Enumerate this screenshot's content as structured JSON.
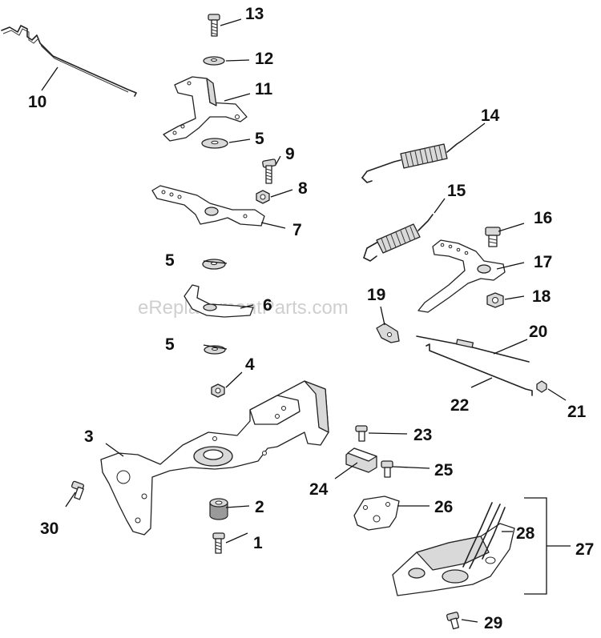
{
  "watermark": "eReplacementParts.com",
  "callouts": [
    {
      "id": "1",
      "label": "1"
    },
    {
      "id": "2",
      "label": "2"
    },
    {
      "id": "3",
      "label": "3"
    },
    {
      "id": "4",
      "label": "4"
    },
    {
      "id": "5a",
      "label": "5"
    },
    {
      "id": "5b",
      "label": "5"
    },
    {
      "id": "5c",
      "label": "5"
    },
    {
      "id": "6",
      "label": "6"
    },
    {
      "id": "7",
      "label": "7"
    },
    {
      "id": "8",
      "label": "8"
    },
    {
      "id": "9",
      "label": "9"
    },
    {
      "id": "10",
      "label": "10"
    },
    {
      "id": "11",
      "label": "11"
    },
    {
      "id": "12",
      "label": "12"
    },
    {
      "id": "13",
      "label": "13"
    },
    {
      "id": "14",
      "label": "14"
    },
    {
      "id": "15",
      "label": "15"
    },
    {
      "id": "16",
      "label": "16"
    },
    {
      "id": "17",
      "label": "17"
    },
    {
      "id": "18",
      "label": "18"
    },
    {
      "id": "19",
      "label": "19"
    },
    {
      "id": "20",
      "label": "20"
    },
    {
      "id": "21",
      "label": "21"
    },
    {
      "id": "22",
      "label": "22"
    },
    {
      "id": "23",
      "label": "23"
    },
    {
      "id": "24",
      "label": "24"
    },
    {
      "id": "25",
      "label": "25"
    },
    {
      "id": "26",
      "label": "26"
    },
    {
      "id": "27",
      "label": "27"
    },
    {
      "id": "28",
      "label": "28"
    },
    {
      "id": "29",
      "label": "29"
    },
    {
      "id": "30",
      "label": "30"
    }
  ]
}
